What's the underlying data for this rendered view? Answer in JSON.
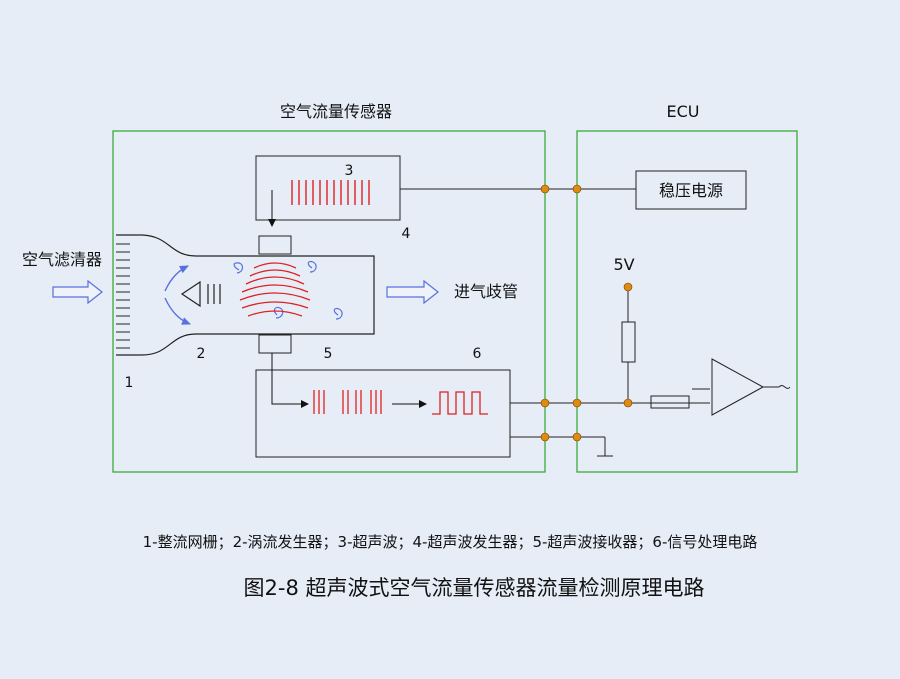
{
  "labels": {
    "sensor_title": "空气流量传感器",
    "ecu_title": "ECU",
    "regulator": "稳压电源",
    "voltage": "5V",
    "air_filter": "空气滤清器",
    "intake_manifold": "进气歧管",
    "n1": "1",
    "n2": "2",
    "n3": "3",
    "n4": "4",
    "n5": "5",
    "n6": "6"
  },
  "legend": "1-整流网栅；2-涡流发生器；3-超声波；4-超声波发生器；5-超声波接收器；6-信号处理电路",
  "caption": "图2-8  超声波式空气流量传感器流量检测原理电路",
  "colors": {
    "box_border": "#3aaa3a",
    "wire": "#222222",
    "junction": "#e08a10",
    "ultrasonic": "#e02020",
    "vortex": "#5a6fe0",
    "background": "#e6edf7"
  }
}
